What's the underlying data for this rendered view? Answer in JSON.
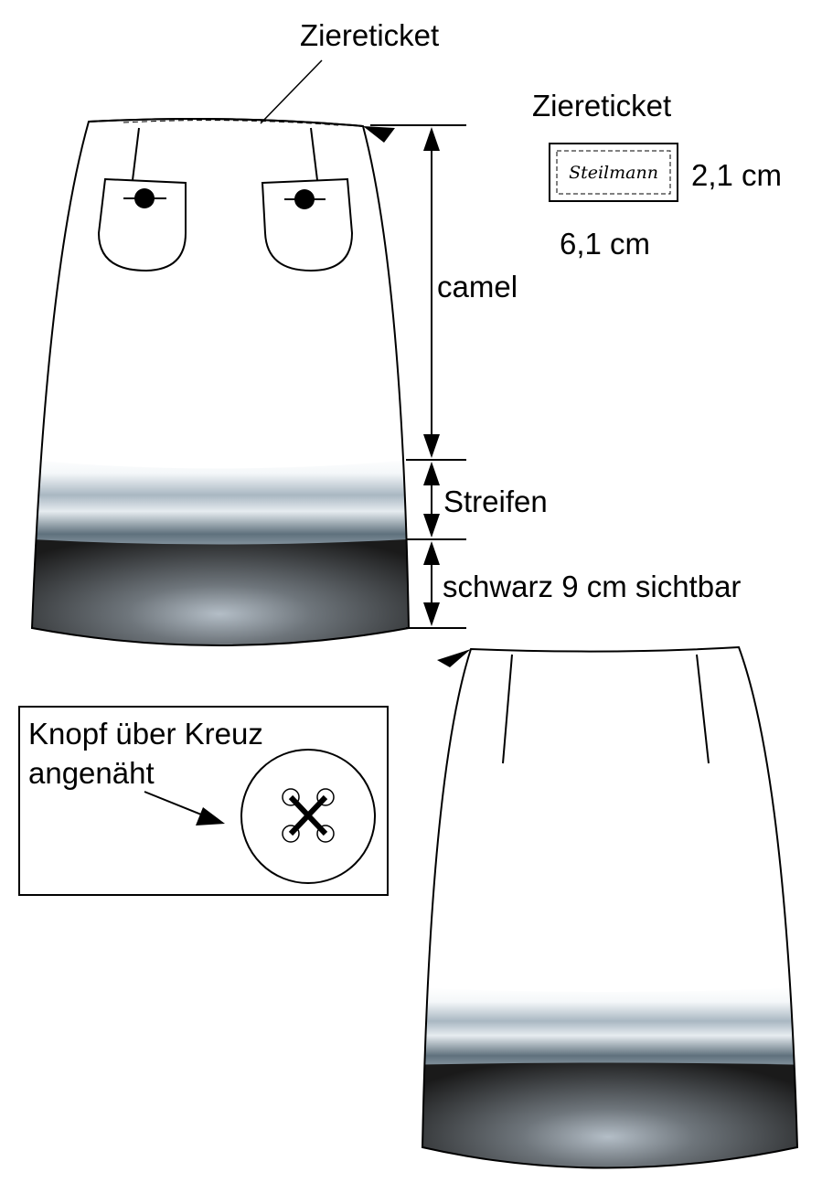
{
  "front_view": {
    "label_callout": "Ziereticket",
    "section_top": "camel",
    "section_stripe": "Streifen",
    "section_bottom": "schwarz 9 cm sichtbar"
  },
  "label_detail": {
    "title": "Ziereticket",
    "brand_text": "Steilmann",
    "height": "2,1 cm",
    "width": "6,1 cm"
  },
  "button_detail": {
    "line1": "Knopf über Kreuz",
    "line2": "angenäht"
  },
  "colors": {
    "outline": "#000000",
    "stripe_light": "#f4f7f9",
    "stripe_mid": "#a9b7c2",
    "stripe_dark": "#5f717d",
    "black_panel": "#1a1a1a",
    "black_highlight": "#b4bec7"
  }
}
